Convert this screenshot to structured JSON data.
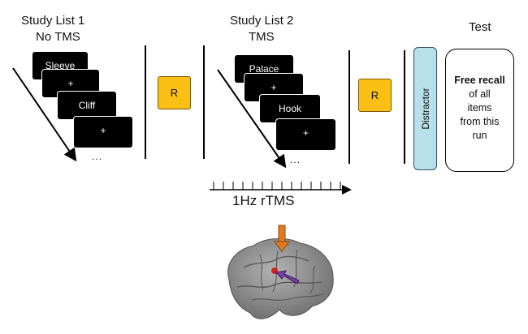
{
  "list1": {
    "title": "Study List 1",
    "subtitle": "No TMS",
    "words": [
      "Sleeve",
      "+",
      "Cliff",
      "+"
    ],
    "ellipsis": "..."
  },
  "list2": {
    "title": "Study List 2",
    "subtitle": "TMS",
    "words": [
      "Palace",
      "+",
      "Hook",
      "+"
    ],
    "ellipsis": "..."
  },
  "retrieval_box_1": "R",
  "retrieval_box_2": "R",
  "distractor": "Distractor",
  "test": {
    "title": "Test",
    "recall_bold": "Free recall",
    "recall_lines": [
      "of all",
      "items",
      "from this",
      "run"
    ]
  },
  "tms_label": "1Hz rTMS",
  "colors": {
    "r_box": "#fbbf16",
    "distractor": "#b7e0ea",
    "orange_arrow": "#e07a1f",
    "purple_arrow": "#7b3fa8",
    "brain": "#8c8c8c"
  }
}
